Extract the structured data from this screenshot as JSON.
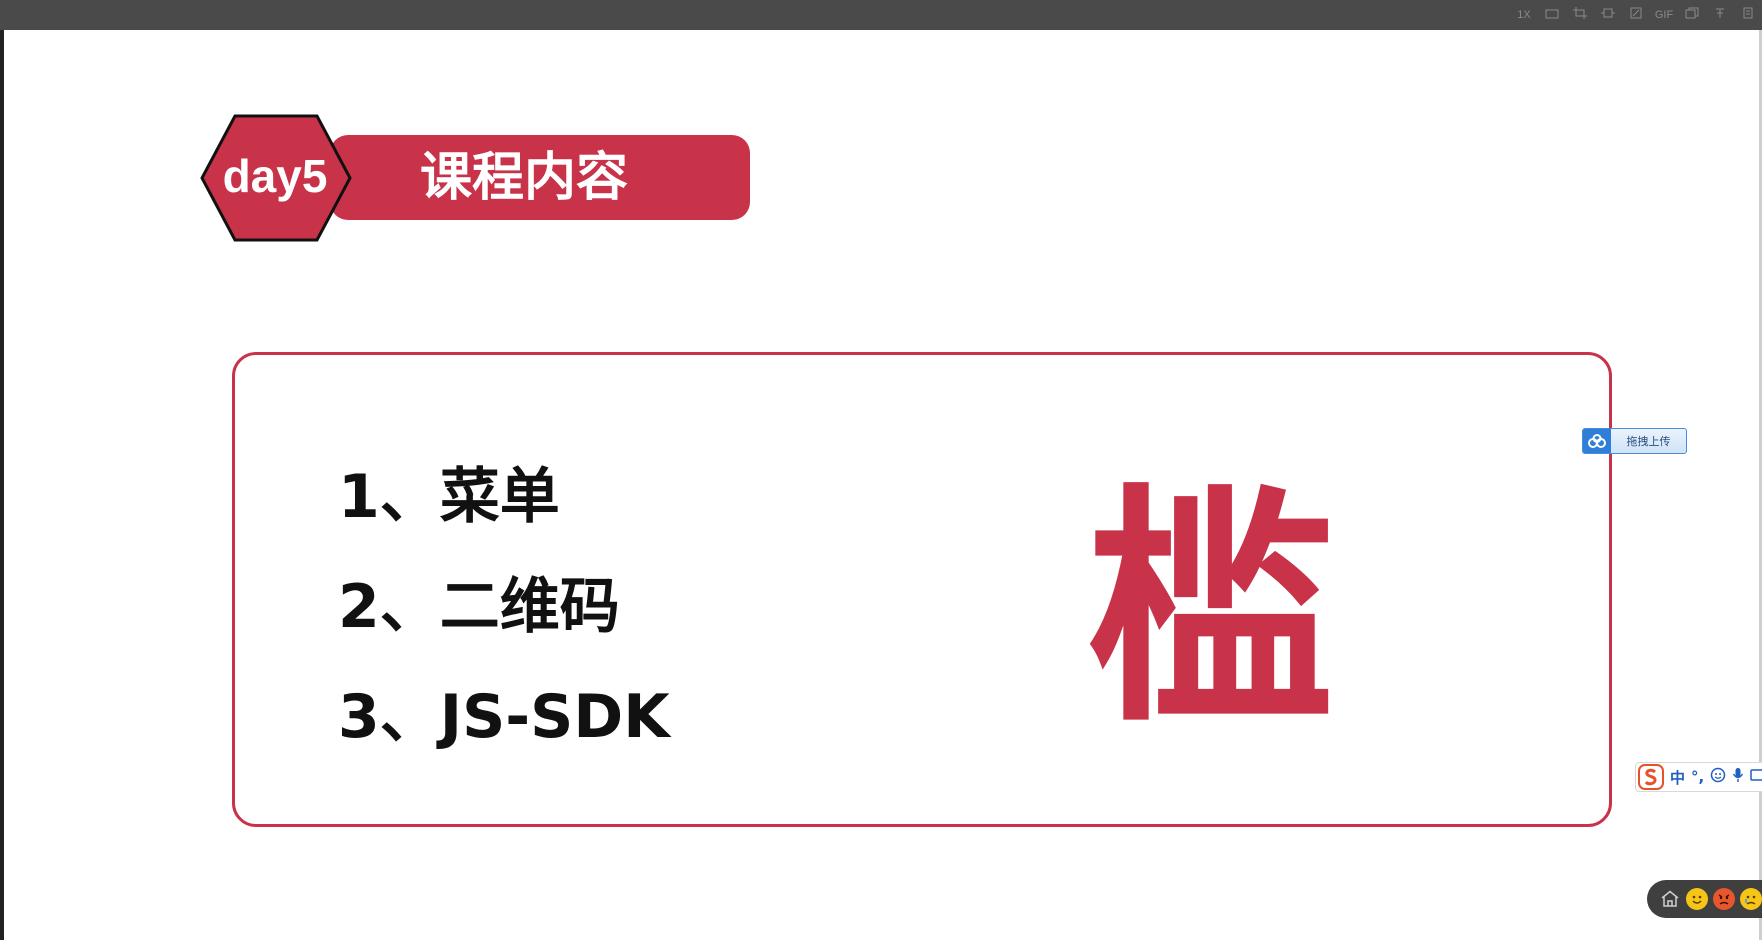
{
  "toolbar": {
    "icons": [
      "1x-zoom-icon",
      "fit-icon",
      "crop-icon",
      "fit-width-icon",
      "edit-icon",
      "gif-icon",
      "copy-icon",
      "pin-icon",
      "more-icon"
    ],
    "zoom_label": "1X",
    "gif_label": "GIF"
  },
  "slide": {
    "day_label": "day5",
    "title": "课程内容",
    "items": [
      "1、菜单",
      "2、二维码",
      "3、JS-SDK"
    ],
    "big_char": "槛",
    "accent_color": "#c9334a"
  },
  "upload": {
    "label": "拖拽上传"
  },
  "ime": {
    "mode_label": "中",
    "punct_label": "°,"
  },
  "emoji_bar": {
    "icons": [
      "home-icon",
      "smile-emoji-icon",
      "angry-emoji-icon",
      "cry-emoji-icon"
    ]
  }
}
